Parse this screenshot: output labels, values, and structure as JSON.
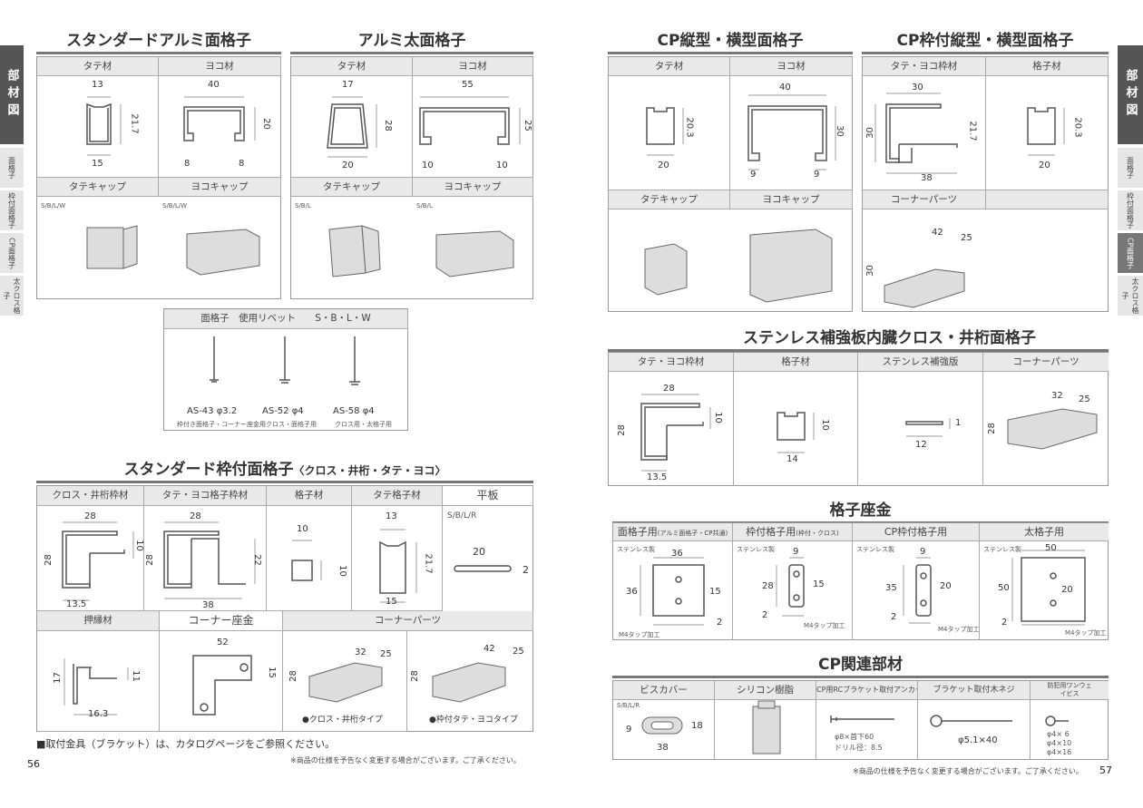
{
  "tabs_left": {
    "main": "部材図",
    "items": [
      "面格子",
      "枠付面格子",
      "CP面格子",
      "太クロス格子"
    ]
  },
  "tabs_right": {
    "main": "部材図",
    "items": [
      "面格子",
      "枠付面格子",
      "CP面格子",
      "太クロス格子"
    ]
  },
  "std_alumi": {
    "title": "スタンダードアルミ面格子",
    "h1": "タテ材",
    "h2": "ヨコ材",
    "h3": "タテキャップ",
    "h4": "ヨコキャップ",
    "tate_w": "13",
    "tate_h": "21.7",
    "tate_b": "15",
    "yoko_w": "40",
    "yoko_h": "20",
    "yoko_b1": "8",
    "yoko_b2": "8",
    "cap_note1": "S/B/L/W",
    "cap_note2": "S/B/L/W"
  },
  "alumi_futo": {
    "title": "アルミ太面格子",
    "h1": "タテ材",
    "h2": "ヨコ材",
    "h3": "タテキャップ",
    "h4": "ヨコキャップ",
    "tate_w": "17",
    "tate_h": "28",
    "tate_b": "20",
    "yoko_w": "55",
    "yoko_h": "25",
    "yoko_b1": "10",
    "yoko_b2": "10",
    "cap_note1": "S/B/L",
    "cap_note2": "S/B/L"
  },
  "rivet": {
    "title": "面格子　使用リベット",
    "colors": "S・B・L・W",
    "items": [
      {
        "name": "AS-43 φ3.2",
        "use": "枠付き面格子・コーナー座金用"
      },
      {
        "name": "AS-52 φ4",
        "use": "クロス・面格子用"
      },
      {
        "name": "AS-58 φ4",
        "use": "クロス用・太格子用"
      }
    ]
  },
  "std_waku": {
    "title": "スタンダード枠付面格子",
    "title_sub": "〈クロス・井桁・タテ・ヨコ〉",
    "h1": "クロス・井桁枠材",
    "h2": "タテ・ヨコ格子枠材",
    "h3": "格子材",
    "h4": "タテ格子材",
    "h5": "平板",
    "h6": "押縁材",
    "h7": "コーナー座金",
    "h8": "コーナーパーツ",
    "d_c1_w": "28",
    "d_c1_h": "28",
    "d_c1_s": "10",
    "d_c1_b": "13.5",
    "d_c2_w": "28",
    "d_c2_h": "28",
    "d_c2_s": "22",
    "d_c2_b": "38",
    "d_c3_w": "10",
    "d_c3_h": "10",
    "d_c4_w": "13",
    "d_c4_h": "21.7",
    "d_c4_b": "15",
    "hira_note": "S/B/L/R",
    "hira_w": "20",
    "hira_t": "2",
    "oshi_h": "17",
    "oshi_s": "11",
    "oshi_b": "16.3",
    "za_w": "52",
    "za_h": "15",
    "cp1_a": "32",
    "cp1_b": "25",
    "cp1_h": "28",
    "cp1_label": "●クロス・井桁タイプ",
    "cp2_a": "42",
    "cp2_b": "25",
    "cp2_h": "28",
    "cp2_label": "●枠付タテ・ヨコタイプ",
    "note": "■取付金具（ブラケット）は、カタログページをご参照ください。"
  },
  "cp_tate": {
    "title": "CP縦型・横型面格子",
    "h1": "タテ材",
    "h2": "ヨコ材",
    "h3": "タテキャップ",
    "h4": "ヨコキャップ",
    "tate_h": "20.3",
    "tate_b": "20",
    "yoko_w": "40",
    "yoko_h": "30",
    "yoko_b1": "9",
    "yoko_b2": "9"
  },
  "cp_waku": {
    "title": "CP枠付縦型・横型面格子",
    "h1": "タテ・ヨコ枠材",
    "h2": "格子材",
    "h3": "コーナーパーツ",
    "w_w": "30",
    "w_h": "30",
    "w_s": "21.7",
    "w_b": "38",
    "k_h": "20.3",
    "k_b": "20",
    "cp_a": "42",
    "cp_b": "25",
    "cp_h": "30"
  },
  "sus": {
    "title": "ステンレス補強板内臓クロス・井桁面格子",
    "h1": "タテ・ヨコ枠材",
    "h2": "格子材",
    "h3": "ステンレス補強版",
    "h4": "コーナーパーツ",
    "w_w": "28",
    "w_h": "28",
    "w_s": "10",
    "w_b": "13.5",
    "k_h": "10",
    "k_b": "14",
    "s_t": "1",
    "s_b": "12",
    "cp_a": "32",
    "cp_b": "25",
    "cp_h": "28"
  },
  "zagane": {
    "title": "格子座金",
    "h1": "面格子用",
    "h1s": "(アルミ面格子・CP共通)",
    "h2": "枠付格子用",
    "h2s": "(枠付・クロス)",
    "h3": "CP枠付格子用",
    "h4": "太格子用",
    "mat": "ステンレス製",
    "a_w": "36",
    "a_h": "36",
    "a_s": "15",
    "a_t": "2",
    "a_n": "M4タップ加工",
    "b_w": "9",
    "b_h": "28",
    "b_s": "15",
    "b_t": "2",
    "b_n": "M4タップ加工",
    "c_w": "9",
    "c_h": "35",
    "c_s": "20",
    "c_t": "2",
    "c_n": "M4タップ加工",
    "d_w": "50",
    "d_h": "50",
    "d_s": "20",
    "d_t": "2",
    "d_n": "M4タップ加工"
  },
  "cp_kanren": {
    "title": "CP関連部材",
    "h1": "ビスカバー",
    "h2": "シリコン樹脂",
    "h3": "CP用RCブラケット取付アンカー",
    "h4": "ブラケット取付木ネジ",
    "h5": "防犯用ワンウェイビス",
    "bis_note": "S/B/L/R",
    "bis_h": "18",
    "bis_w": "38",
    "bis_s": "9",
    "anchor1": "φ8×首下60",
    "anchor2": "ドリル径：8.5",
    "neji": "φ5.1×40",
    "oneway": [
      "φ4× 6",
      "φ4×10",
      "φ4×16"
    ]
  },
  "footer": {
    "left_page": "56",
    "right_page": "57",
    "notice_left": "※商品の仕様を予告なく変更する場合がございます。ご了承ください。",
    "notice_right": "※商品の仕様を予告なく変更する場合がございます。ご了承ください。"
  }
}
